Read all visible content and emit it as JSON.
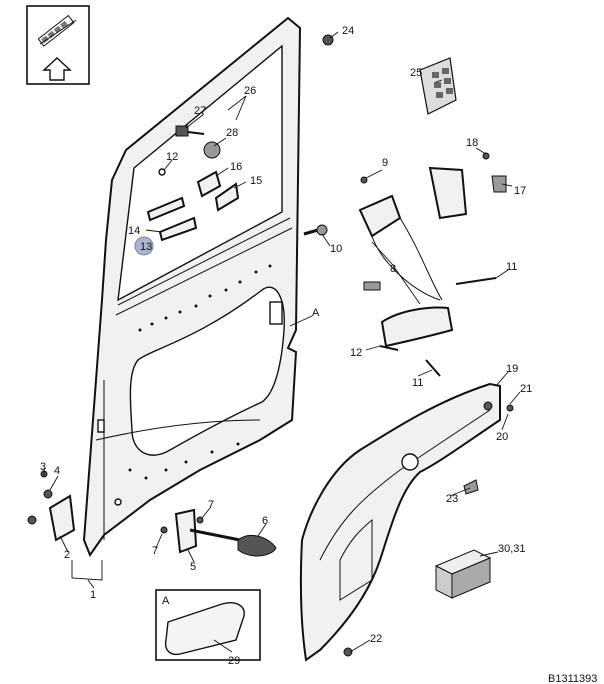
{
  "diagram": {
    "drawing_number": "B1311393",
    "inset_label": "A",
    "callouts": [
      {
        "id": "c1",
        "text": "1"
      },
      {
        "id": "c2",
        "text": "2"
      },
      {
        "id": "c3",
        "text": "3"
      },
      {
        "id": "c4",
        "text": "4"
      },
      {
        "id": "c5",
        "text": "5"
      },
      {
        "id": "c6",
        "text": "6"
      },
      {
        "id": "c7a",
        "text": "7"
      },
      {
        "id": "c7b",
        "text": "7"
      },
      {
        "id": "c8",
        "text": "8"
      },
      {
        "id": "c9",
        "text": "9"
      },
      {
        "id": "c10",
        "text": "10"
      },
      {
        "id": "c11a",
        "text": "11"
      },
      {
        "id": "c11b",
        "text": "11"
      },
      {
        "id": "c12a",
        "text": "12"
      },
      {
        "id": "c12b",
        "text": "12"
      },
      {
        "id": "c13",
        "text": "13"
      },
      {
        "id": "c14",
        "text": "14"
      },
      {
        "id": "c15",
        "text": "15"
      },
      {
        "id": "c16",
        "text": "16"
      },
      {
        "id": "c17",
        "text": "17"
      },
      {
        "id": "c18",
        "text": "18"
      },
      {
        "id": "c19",
        "text": "19"
      },
      {
        "id": "c20",
        "text": "20"
      },
      {
        "id": "c21",
        "text": "21"
      },
      {
        "id": "c22",
        "text": "22"
      },
      {
        "id": "c23",
        "text": "23"
      },
      {
        "id": "c24",
        "text": "24"
      },
      {
        "id": "c25",
        "text": "25"
      },
      {
        "id": "c26",
        "text": "26"
      },
      {
        "id": "c27",
        "text": "27"
      },
      {
        "id": "c28",
        "text": "28"
      },
      {
        "id": "c29",
        "text": "29"
      },
      {
        "id": "c30",
        "text": "30,31"
      },
      {
        "id": "cA",
        "text": "A"
      }
    ],
    "colors": {
      "line": "#111111",
      "part_fill": "#f1f1f1",
      "highlight": "#aab4cc"
    }
  }
}
